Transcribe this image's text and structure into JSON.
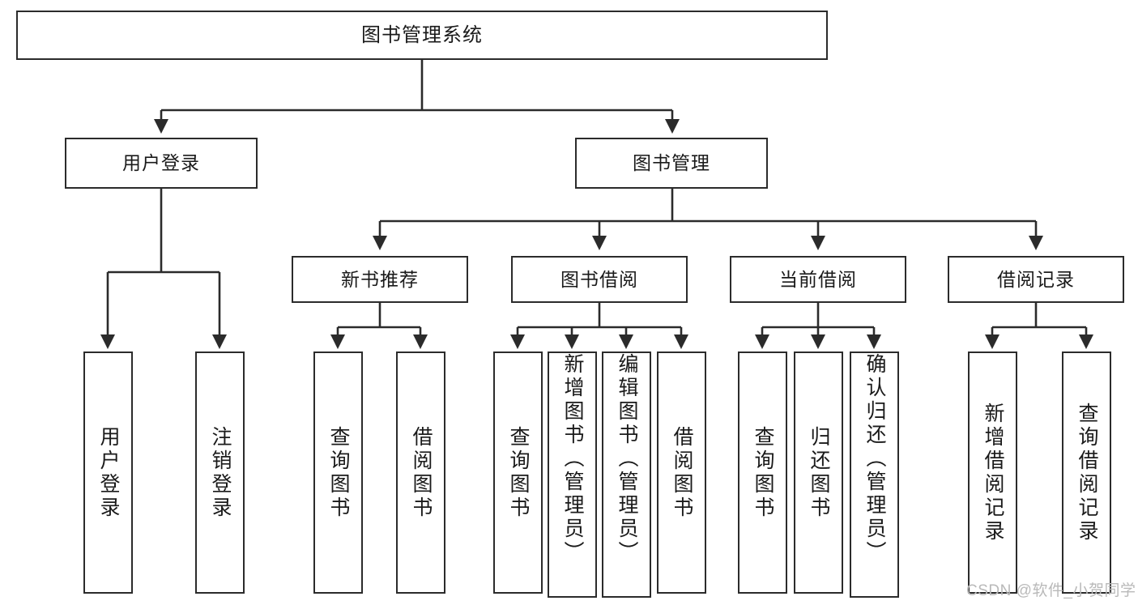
{
  "diagram": {
    "title": "图书管理系统",
    "type": "功能结构图",
    "line_color": "#2b2b2b",
    "box_fill": "#ffffff",
    "text_color": "#1a1a1a"
  },
  "root": {
    "label": "图书管理系统"
  },
  "level2": [
    {
      "id": "user-login",
      "label": "用户登录"
    },
    {
      "id": "book-manage",
      "label": "图书管理"
    }
  ],
  "level3": [
    {
      "id": "new-book-recommend",
      "label": "新书推荐"
    },
    {
      "id": "book-borrow",
      "label": "图书借阅"
    },
    {
      "id": "current-borrow",
      "label": "当前借阅"
    },
    {
      "id": "borrow-record",
      "label": "借阅记录"
    }
  ],
  "leaves": {
    "user_login": [
      {
        "id": "leaf-user-login",
        "label": "用户登录"
      },
      {
        "id": "leaf-user-logout",
        "label": "注销登录"
      }
    ],
    "new_book_recommend": [
      {
        "id": "leaf-query-book-1",
        "label": "查询图书"
      },
      {
        "id": "leaf-borrow-book-1",
        "label": "借阅图书"
      }
    ],
    "book_borrow": [
      {
        "id": "leaf-query-book-2",
        "label": "查询图书"
      },
      {
        "id": "leaf-add-book",
        "label": "新增图书（管理员）"
      },
      {
        "id": "leaf-edit-book",
        "label": "编辑图书（管理员）"
      },
      {
        "id": "leaf-borrow-book-2",
        "label": "借阅图书"
      }
    ],
    "current_borrow": [
      {
        "id": "leaf-query-book-3",
        "label": "查询图书"
      },
      {
        "id": "leaf-return-book",
        "label": "归还图书"
      },
      {
        "id": "leaf-confirm-return",
        "label": "确认归还（管理员）"
      }
    ],
    "borrow_record": [
      {
        "id": "leaf-add-record",
        "label": "新增借阅记录"
      },
      {
        "id": "leaf-query-record",
        "label": "查询借阅记录"
      }
    ]
  },
  "watermark": {
    "text": "CSDN @软件_小贺同学"
  }
}
